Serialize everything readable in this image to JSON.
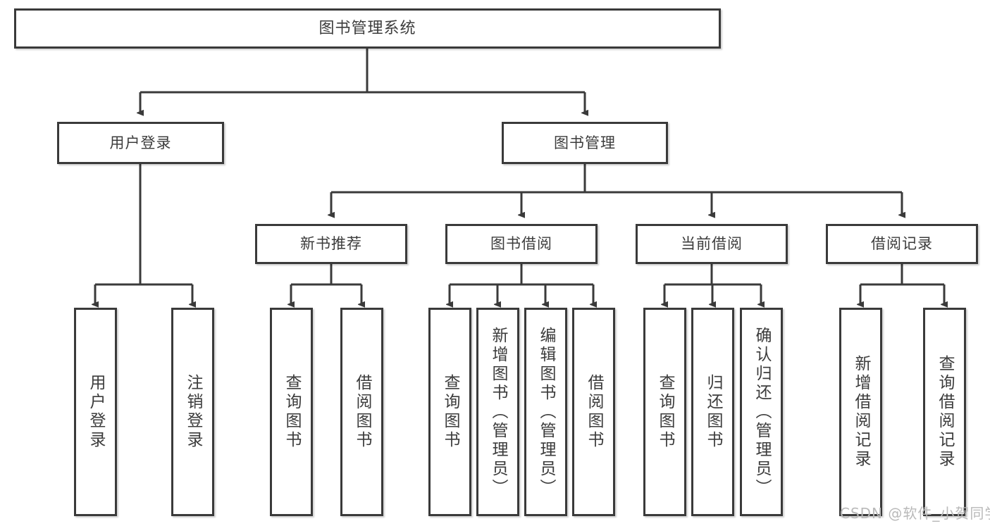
{
  "diagram": {
    "title": "图书管理系统",
    "watermark": "CSDN @软件_小贺同学",
    "line_color": "#3a3a3a",
    "box_fill": "#ffffff",
    "text_color": "#3c3c3c",
    "nodes": {
      "root": {
        "label": "图书管理系统"
      },
      "level2": [
        {
          "id": "user-login",
          "label": "用户登录"
        },
        {
          "id": "book-manage",
          "label": "图书管理"
        }
      ],
      "level3": [
        {
          "id": "new-book-recommend",
          "label": "新书推荐"
        },
        {
          "id": "book-borrow",
          "label": "图书借阅"
        },
        {
          "id": "current-borrow",
          "label": "当前借阅"
        },
        {
          "id": "borrow-record",
          "label": "借阅记录"
        }
      ],
      "leaves": {
        "user_login": [
          {
            "id": "leaf-user-login",
            "label": "用户登录"
          },
          {
            "id": "leaf-logout-login",
            "label": "注销登录"
          }
        ],
        "new_book_recommend": [
          {
            "id": "leaf-query-book-1",
            "label": "查询图书"
          },
          {
            "id": "leaf-borrow-book-1",
            "label": "借阅图书"
          }
        ],
        "book_borrow": [
          {
            "id": "leaf-query-book-2",
            "label": "查询图书"
          },
          {
            "id": "leaf-add-book",
            "label": "新增图书（管理员）"
          },
          {
            "id": "leaf-edit-book",
            "label": "编辑图书（管理员）"
          },
          {
            "id": "leaf-borrow-book-2",
            "label": "借阅图书"
          }
        ],
        "current_borrow": [
          {
            "id": "leaf-query-book-3",
            "label": "查询图书"
          },
          {
            "id": "leaf-return-book",
            "label": "归还图书"
          },
          {
            "id": "leaf-confirm-return",
            "label": "确认归还（管理员）"
          }
        ],
        "borrow_record": [
          {
            "id": "leaf-add-record",
            "label": "新增借阅记录"
          },
          {
            "id": "leaf-query-record",
            "label": "查询借阅记录"
          }
        ]
      }
    }
  }
}
